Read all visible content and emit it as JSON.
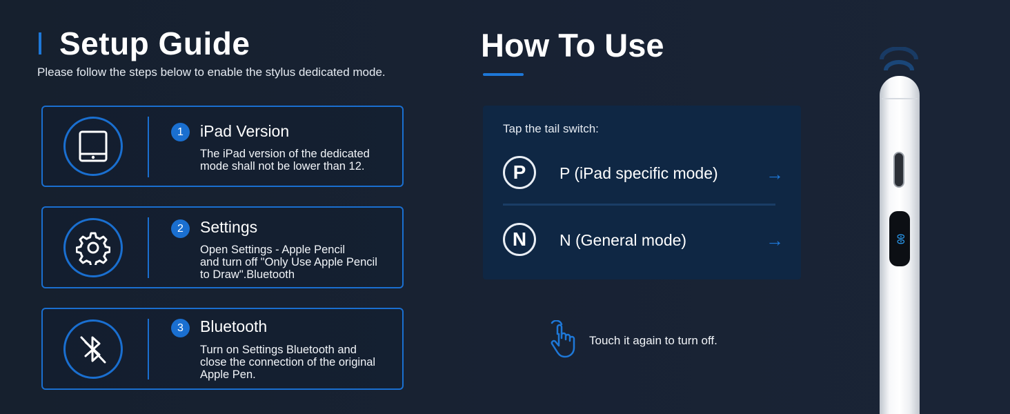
{
  "setup": {
    "title": "Setup Guide",
    "subtitle": "Please follow the steps below to enable the stylus dedicated mode."
  },
  "steps": [
    {
      "number": "1",
      "title": "iPad Version",
      "desc": "The iPad version of the dedicated mode shall not be lower than 12.",
      "icon": "tablet-icon"
    },
    {
      "number": "2",
      "title": "Settings",
      "desc_lines": [
        "Open Settings - Apple Pencil",
        "and turn off \"Only Use Apple Pencil",
        "to Draw\".Bluetooth"
      ],
      "icon": "gear-icon"
    },
    {
      "number": "3",
      "title": "Bluetooth",
      "desc_lines": [
        "Turn on Settings Bluetooth and",
        "close the connection of the original",
        "Apple Pen."
      ],
      "icon": "bluetooth-off-icon"
    }
  ],
  "howto": {
    "title": "How To Use",
    "label": "Tap the tail switch:",
    "modes": [
      {
        "letter": "P",
        "text": "P (iPad specific mode)",
        "arrow": "→"
      },
      {
        "letter": "N",
        "text": "N (General mode)",
        "arrow": "→"
      }
    ],
    "touch_text": "Touch it again to turn off."
  },
  "stylus": {
    "display_digits": "00"
  },
  "colors": {
    "accent": "#1a6fd0",
    "background": "#16202e",
    "panel": "#0f2744"
  }
}
